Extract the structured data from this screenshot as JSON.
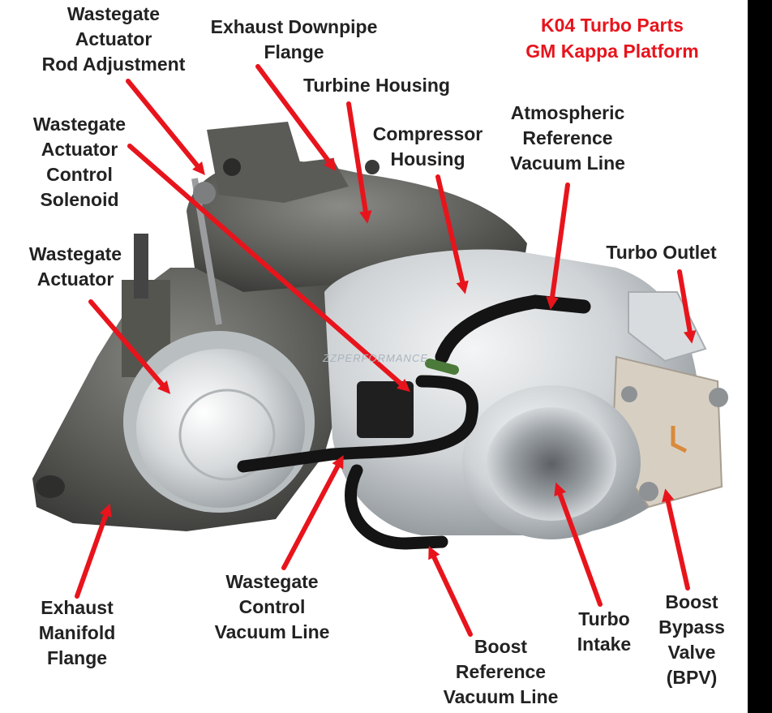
{
  "title": {
    "line1": "K04 Turbo Parts",
    "line2": "GM Kappa Platform",
    "color": "#e8141c"
  },
  "arrow_color": "#e8141c",
  "watermark": "ZZPERFORMANCE",
  "part_labels": {
    "wastegate_actuator_rod_adjustment": "Wastegate\nActuator\nRod Adjustment",
    "exhaust_downpipe_flange": "Exhaust Downpipe\nFlange",
    "turbine_housing": "Turbine Housing",
    "wastegate_actuator_control_solenoid": "Wastegate\nActuator\nControl\nSolenoid",
    "compressor_housing": "Compressor\nHousing",
    "atmospheric_reference_vacuum_line": "Atmospheric\nReference\nVacuum Line",
    "wastegate_actuator": "Wastegate\nActuator",
    "turbo_outlet": "Turbo Outlet",
    "exhaust_manifold_flange": "Exhaust\nManifold\nFlange",
    "wastegate_control_vacuum_line": "Wastegate\nControl\nVacuum Line",
    "boost_reference_vacuum_line": "Boost\nReference\nVacuum Line",
    "turbo_intake": "Turbo\nIntake",
    "boost_bypass_valve": "Boost\nBypass\nValve\n(BPV)"
  }
}
